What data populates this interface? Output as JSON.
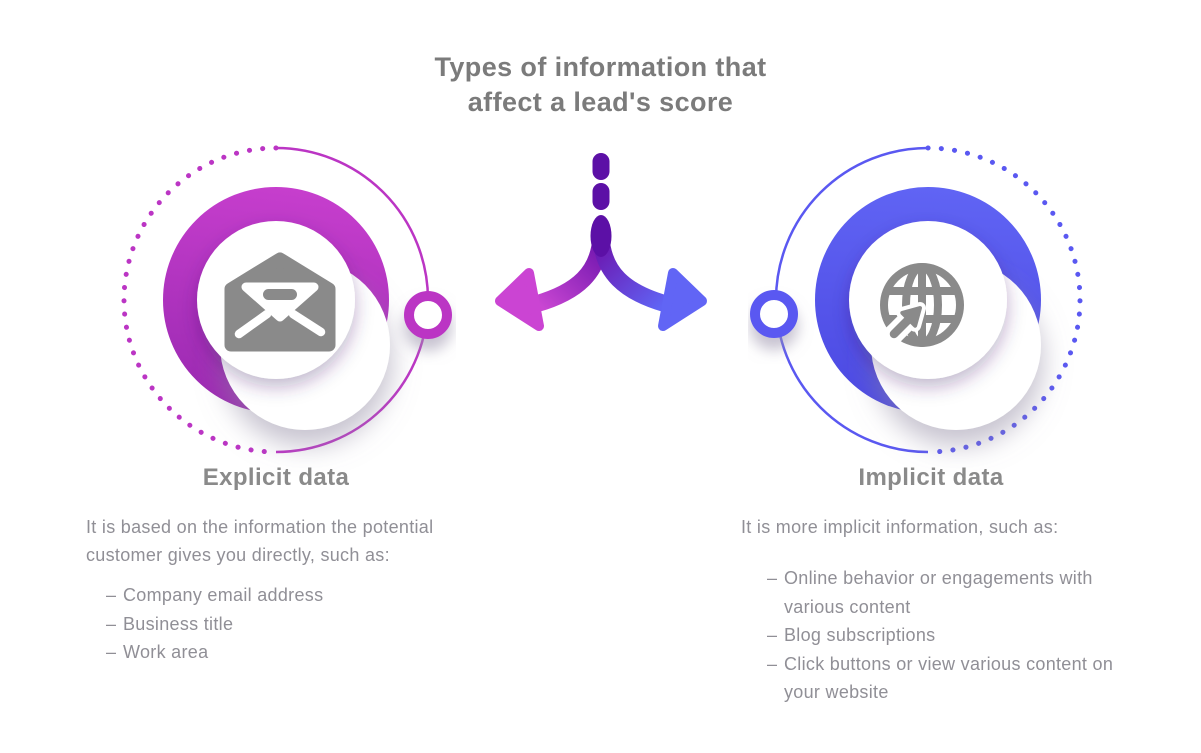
{
  "title": {
    "line1": "Types of information that",
    "line2": "affect a lead's score"
  },
  "ui": {
    "bullet": "–"
  },
  "colors": {
    "magenta": "#bb35c4",
    "magenta_light": "#c63ecd",
    "magenta_dark": "#9a29b1",
    "blue": "#5a58f1",
    "blue_light": "#6064f4",
    "blue_dark": "#4b48e2",
    "deep_purple": "#5c10a6",
    "title_text": "#7b7b7b",
    "heading_text": "#8a8a8a",
    "body_text": "#908f96",
    "icon_gray": "#8a8a8a"
  },
  "icons": {
    "left": "open-envelope-icon",
    "right": "globe-cursor-icon",
    "center": "split-arrows"
  },
  "branches": {
    "left": {
      "heading": "Explicit data",
      "description": "It is based on the information the potential customer gives you directly, such as:",
      "items": [
        "Company email address",
        "Business title",
        "Work area"
      ]
    },
    "right": {
      "heading": "Implicit data",
      "description": "It is more implicit information, such as:",
      "items": [
        "Online behavior or engagements with various content",
        "Blog subscriptions",
        "Click buttons or view various content on your website"
      ]
    }
  }
}
